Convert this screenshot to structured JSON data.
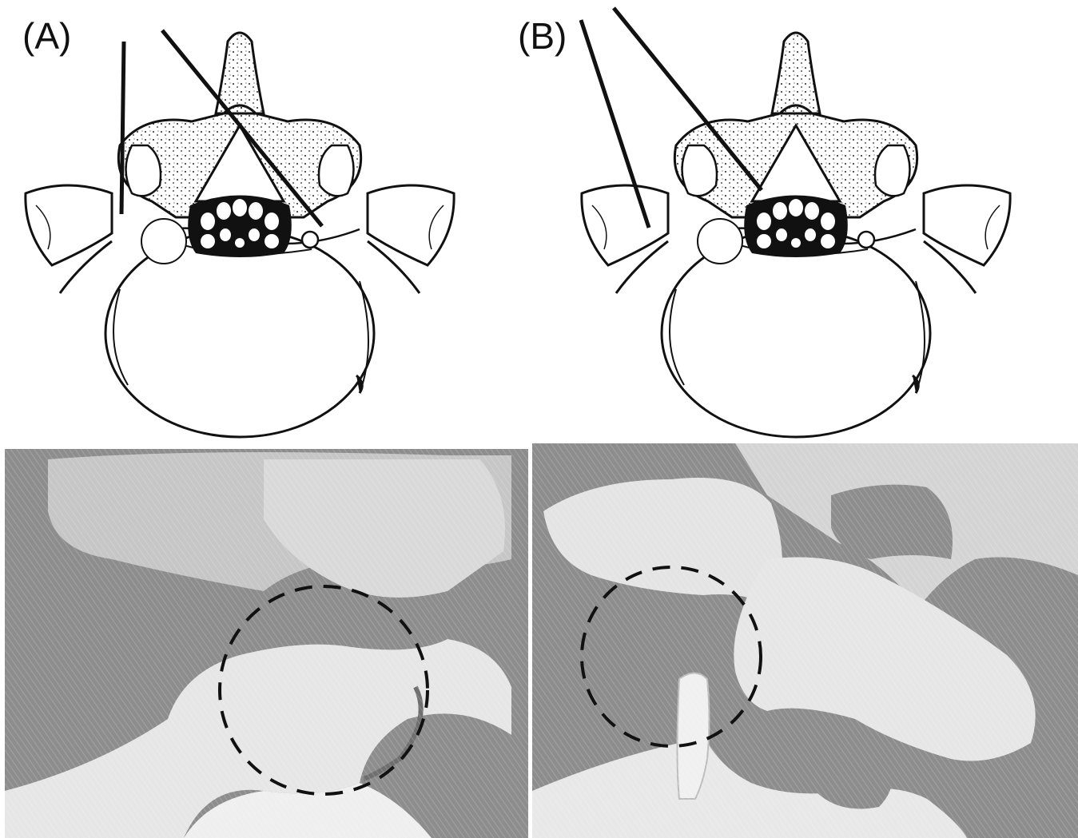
{
  "figure": {
    "panels": [
      {
        "id": "A",
        "label": "(A)"
      },
      {
        "id": "B",
        "label": "(B)"
      }
    ]
  },
  "colors": {
    "ink": "#111111",
    "photo_background": "#8d8d8d",
    "photo_bone": "#e6e6e6",
    "photo_shadow": "#6f6f6f"
  }
}
